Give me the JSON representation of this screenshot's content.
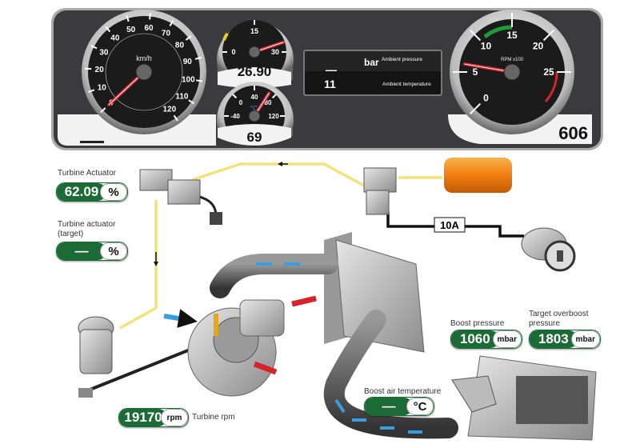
{
  "dashboard": {
    "speedometer": {
      "unit": "km/h",
      "ticks": [
        "0",
        "10",
        "20",
        "30",
        "40",
        "50",
        "60",
        "70",
        "80",
        "90",
        "100",
        "110",
        "120"
      ],
      "value": 0,
      "readout": "—"
    },
    "pressure_gauge": {
      "ticks": [
        "0",
        "15",
        "30"
      ],
      "value": 26.9,
      "readout": "26.90"
    },
    "temperature_gauge": {
      "ticks": [
        "-40",
        "0",
        "40",
        "80",
        "120"
      ],
      "unit": "°C",
      "value": 69,
      "readout": "69"
    },
    "info_display": {
      "pressure_value": "—",
      "pressure_unit": "bar",
      "pressure_label": "Ambient pressure",
      "temperature_value": "11",
      "temperature_label": "Ambient temperature"
    },
    "tachometer": {
      "unit": "RPM x100",
      "ticks": [
        "0",
        "5",
        "10",
        "15",
        "20",
        "25"
      ],
      "value": 6.06,
      "readout": "606"
    }
  },
  "readouts": {
    "turbine_actuator": {
      "label": "Turbine Actuator",
      "value": "62.09",
      "unit": "%"
    },
    "turbine_actuator_target": {
      "label1": "Turbine actuator",
      "label2": "(target)",
      "value": "—",
      "unit": "%"
    },
    "boost_pressure": {
      "label": "Boost pressure",
      "value": "1060",
      "unit": "mbar"
    },
    "target_overboost": {
      "label1": "Target overboost",
      "label2": "pressure",
      "value": "1803",
      "unit": "mbar"
    },
    "boost_air_temperature": {
      "label": "Boost air temperature",
      "value": "—",
      "unit": "°C"
    },
    "turbine_rpm": {
      "label": "Turbine rpm",
      "value": "19170",
      "unit": "rpm"
    }
  },
  "fuse_label": "10A",
  "colors": {
    "panel": "#3b3b3d",
    "readout_green": "#1c6b36",
    "pipe_yellow": "#f2e27c",
    "tank_orange": "#f08a1a",
    "arrow_blue": "#3a9de0",
    "arrow_red": "#d8232a"
  }
}
